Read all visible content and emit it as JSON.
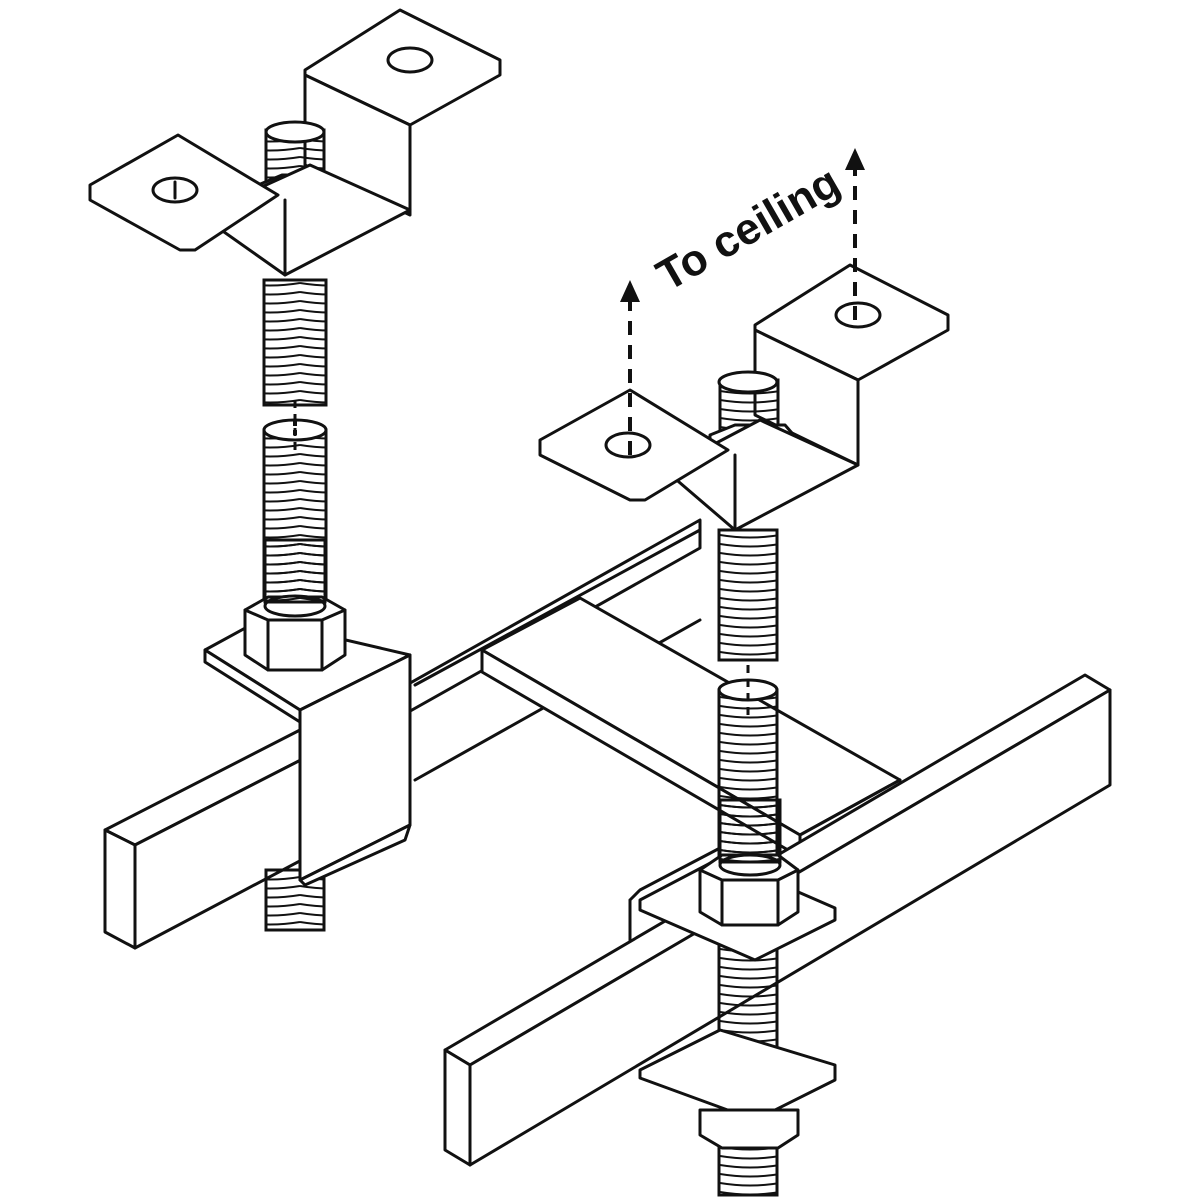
{
  "figure": {
    "title": "Threaded rod ceiling hanger assembly with bar clamps",
    "background": "#ffffff",
    "line_color": "#111111"
  },
  "annotations": {
    "ceiling_label": "To ceiling"
  },
  "components": [
    {
      "name": "left-z-bracket",
      "type": "ceiling Z-bracket with mounting holes"
    },
    {
      "name": "right-z-bracket",
      "type": "ceiling Z-bracket with mounting holes"
    },
    {
      "name": "left-threaded-rod",
      "type": "threaded rod (split, continues)"
    },
    {
      "name": "right-threaded-rod",
      "type": "threaded rod (split, continues)"
    },
    {
      "name": "left-clamp",
      "type": "U-clamp bracket with hex nut"
    },
    {
      "name": "right-clamp",
      "type": "square washer plates with hex nuts"
    },
    {
      "name": "front-bar-left",
      "type": "rectangular flat bar"
    },
    {
      "name": "front-bar-right",
      "type": "rectangular flat bar"
    },
    {
      "name": "back-crossbar",
      "type": "rectangular flat bar"
    },
    {
      "name": "flat-plate",
      "type": "flat bar segment"
    }
  ],
  "arrows": [
    {
      "name": "left-ceiling-arrow",
      "style": "dashed",
      "direction": "up"
    },
    {
      "name": "right-ceiling-arrow",
      "style": "dashed",
      "direction": "up"
    }
  ]
}
